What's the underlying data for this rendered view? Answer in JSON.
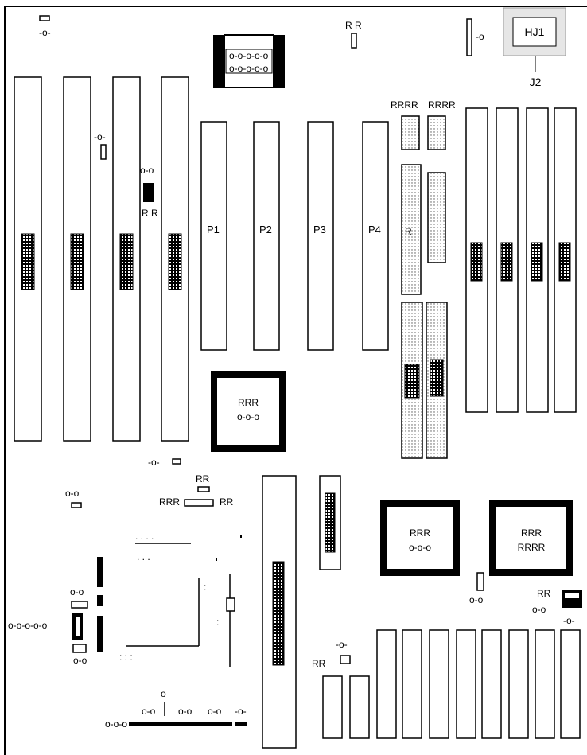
{
  "diagram": {
    "highlight_label": "HJ1",
    "callout_label": "J2",
    "pci_slot_labels": [
      "P1",
      "P2",
      "P3",
      "P4"
    ],
    "colors": {
      "line": "#000000",
      "background": "#ffffff",
      "highlight_fill": "#e6e6e6",
      "highlight_border": "#9a9a9a",
      "dotted_fill": "#cfcfcf"
    }
  }
}
